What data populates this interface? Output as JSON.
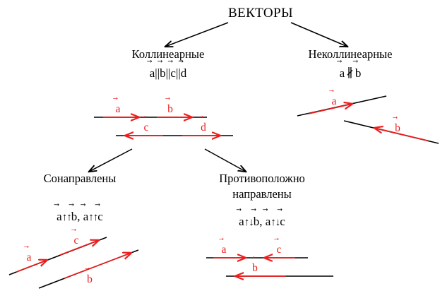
{
  "title": "ВЕКТОРЫ",
  "colors": {
    "line": "#000000",
    "vector": "#ee1c1c",
    "text": "#000000",
    "background": "#ffffff"
  },
  "nodes": {
    "collinear": {
      "label": "Коллинеарные",
      "formula_parts": [
        "a",
        "||",
        "b",
        "||",
        "c",
        "||",
        "d"
      ],
      "formula": "a⃗||b⃗||c⃗||d⃗",
      "vectors": [
        "a",
        "b",
        "c",
        "d"
      ],
      "separator": "||"
    },
    "noncollinear": {
      "label": "Неколлинеарные",
      "formula": "a⃗ ∦ b⃗",
      "vectors": [
        "a",
        "b"
      ],
      "separator": "∦"
    },
    "codirected": {
      "label": "Сонаправлены",
      "formula": "a⃗↑↑b⃗, a⃗↑↑c⃗",
      "relation_symbol": "↑↑",
      "pairs": [
        [
          "a",
          "b"
        ],
        [
          "a",
          "c"
        ]
      ]
    },
    "opposite": {
      "label_line1": "Противоположно",
      "label_line2": "направлены",
      "formula": "a⃗↑↓b⃗, a⃗↑↓c⃗",
      "relation_symbol": "↑↓",
      "pairs": [
        [
          "a",
          "b"
        ],
        [
          "a",
          "c"
        ]
      ]
    }
  },
  "figures": {
    "collinear_figure": {
      "name": "collinear-vectors-figure",
      "lines": [
        {
          "id": "top-line",
          "vectors": [
            {
              "name": "a",
              "direction": "right",
              "label": "a"
            },
            {
              "name": "b",
              "direction": "right",
              "label": "b"
            }
          ]
        },
        {
          "id": "bottom-line",
          "vectors": [
            {
              "name": "c",
              "direction": "left",
              "label": "c"
            },
            {
              "name": "d",
              "direction": "right",
              "label": "d"
            }
          ]
        }
      ]
    },
    "noncollinear_figure": {
      "name": "noncollinear-vectors-figure",
      "lines": [
        {
          "id": "upper-sloped-line",
          "vectors": [
            {
              "name": "a",
              "direction": "up-right",
              "label": "a"
            }
          ]
        },
        {
          "id": "lower-sloped-line",
          "vectors": [
            {
              "name": "b",
              "direction": "up-left",
              "label": "b"
            }
          ]
        }
      ]
    },
    "codirected_figure": {
      "name": "codirected-vectors-figure",
      "lines": [
        {
          "id": "upper-parallel-line",
          "vectors": [
            {
              "name": "a",
              "direction": "up-right",
              "label": "a"
            },
            {
              "name": "c",
              "direction": "up-right",
              "label": "c"
            }
          ]
        },
        {
          "id": "lower-parallel-line",
          "vectors": [
            {
              "name": "b",
              "direction": "up-right",
              "label": "b"
            }
          ]
        }
      ]
    },
    "opposite_figure": {
      "name": "opposite-vectors-figure",
      "lines": [
        {
          "id": "top-line",
          "vectors": [
            {
              "name": "a",
              "direction": "right",
              "label": "a"
            },
            {
              "name": "c",
              "direction": "left",
              "label": "c"
            }
          ]
        },
        {
          "id": "bottom-line",
          "vectors": [
            {
              "name": "b",
              "direction": "left",
              "label": "b"
            }
          ]
        }
      ]
    }
  },
  "connectors": [
    {
      "from": "title",
      "to": "collinear",
      "direction": "down-left"
    },
    {
      "from": "title",
      "to": "noncollinear",
      "direction": "down-right"
    },
    {
      "from": "collinear_figure",
      "to": "codirected",
      "direction": "down-left"
    },
    {
      "from": "collinear_figure",
      "to": "opposite",
      "direction": "down-right"
    }
  ],
  "glyphs": {
    "vector_bar": "⃗",
    "arrow_right": "→",
    "up_up": "↑↑",
    "up_down": "↑↓",
    "not_parallel": "∦"
  }
}
